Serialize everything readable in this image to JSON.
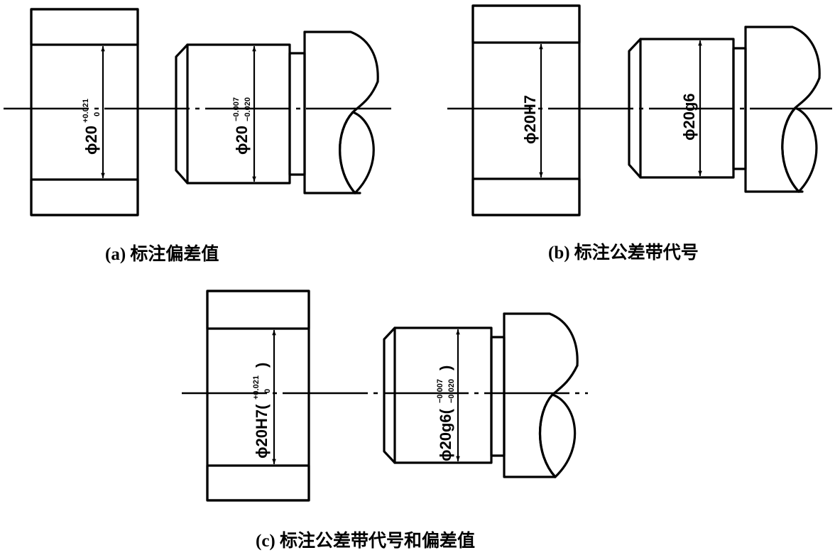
{
  "captions": {
    "a": "(a) 标注偏差值",
    "b": "(b) 标注公差带代号",
    "c": "(c) 标注公差带代号和偏差值"
  },
  "dims": {
    "a_hole": {
      "base": "ϕ20",
      "upper": "+0.021",
      "lower": "0"
    },
    "a_shaft": {
      "base": "ϕ20",
      "upper": "−0.007",
      "lower": "−0.020"
    },
    "b_hole": {
      "code": "ϕ20H7"
    },
    "b_shaft": {
      "code": "ϕ20g6"
    },
    "c_hole": {
      "code": "ϕ20H7(",
      "upper": "+0.021",
      "lower": "0",
      "close": ")"
    },
    "c_shaft": {
      "code": "ϕ20g6(",
      "upper": "−0.007",
      "lower": "−0.020",
      "close": ")"
    }
  }
}
